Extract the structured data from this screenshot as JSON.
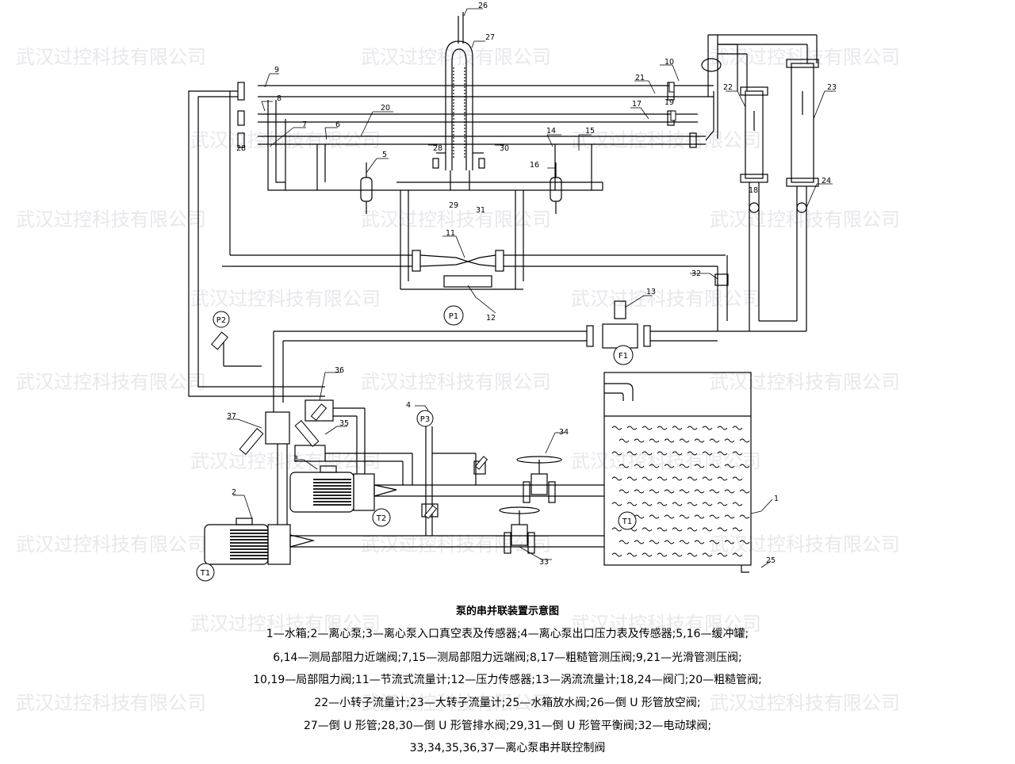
{
  "watermark": "武汉过控科技有限公司",
  "title": "泵的串并联装置示意图",
  "legend_lines": [
    "1—水箱;2—离心泵;3—离心泵入口真空表及传感器;4—离心泵出口压力表及传感器;5,16—缓冲罐;",
    "6,14—测局部阻力近端阀;7,15—测局部阻力远端阀;8,17—粗糙管测压阀;9,21—光滑管测压阀;",
    "10,19—局部阻力阀;11—节流式流量计;12—压力传感器;13—涡流流量计;18,24—阀门;20—粗糙管阀;",
    "22—小转子流量计;23—大转子流量计;25—水箱放水阀;26—倒 U 形管放空阀;",
    "27—倒 U 形管;28,30—倒 U 形管排水阀;29,31—倒 U 形管平衡阀;32—电动球阀;",
    "33,34,35,36,37—离心泵串并联控制阀"
  ],
  "callouts": {
    "n1": "1",
    "n2": "2",
    "n3": "3",
    "n4": "4",
    "n5": "5",
    "n6": "6",
    "n7": "7",
    "n8": "8",
    "n9": "9",
    "n10": "10",
    "n11": "11",
    "n12": "12",
    "n13": "13",
    "n14": "14",
    "n15": "15",
    "n16": "16",
    "n17": "17",
    "n18": "18",
    "n19": "19",
    "n20": "20",
    "n21": "21",
    "n22": "22",
    "n23": "23",
    "n24": "24",
    "n25": "25",
    "n26": "26",
    "n27": "27",
    "n28a": "28",
    "n28b": "28",
    "n29": "29",
    "n30": "30",
    "n31": "31",
    "n32": "32",
    "n33": "33",
    "n34": "34",
    "n35": "35",
    "n36": "36",
    "n37": "37"
  },
  "instruments": {
    "p1": "P1",
    "p2": "P2",
    "p3": "P3",
    "f1": "F1",
    "t1_tank": "T1",
    "t1_pump": "T1",
    "t2": "T2"
  }
}
